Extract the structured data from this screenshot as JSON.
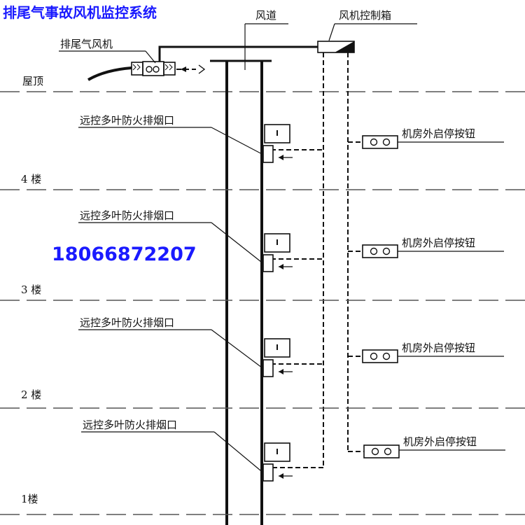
{
  "title": "排尾气事故风机监控系统",
  "phone": "18066872207",
  "labels": {
    "duct": "风道",
    "control_box": "风机控制箱",
    "exhaust_fan": "排尾气风机",
    "roof": "屋顶"
  },
  "floors": [
    {
      "floor_label": "4 楼",
      "outlet_label": "远控多叶防火排烟口",
      "button_label": "机房外启停按钮"
    },
    {
      "floor_label": "3 楼",
      "outlet_label": "远控多叶防火排烟口",
      "button_label": "机房外启停按钮"
    },
    {
      "floor_label": "2 楼",
      "outlet_label": "远控多叶防火排烟口",
      "button_label": "机房外启停按钮"
    },
    {
      "floor_label": "1楼",
      "outlet_label": "远控多叶防火排烟口",
      "button_label": "机房外启停按钮"
    }
  ],
  "colors": {
    "title": "#1a1aff",
    "line": "#111111"
  }
}
